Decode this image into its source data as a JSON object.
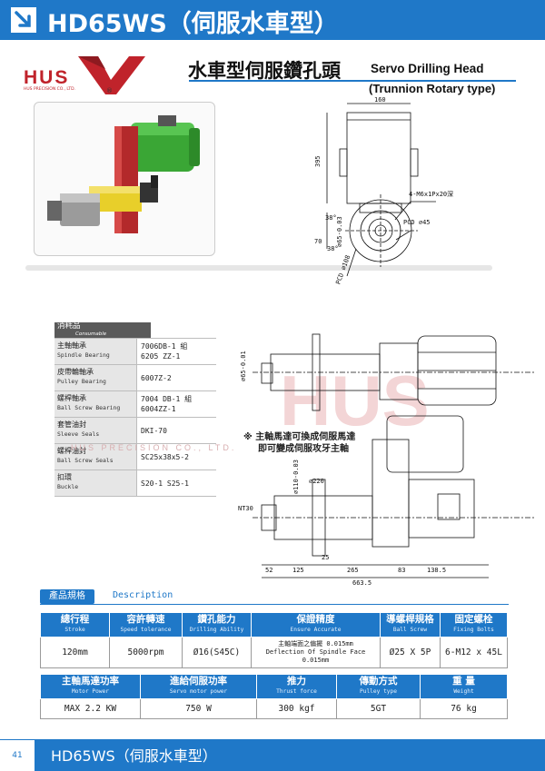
{
  "header": {
    "title": "HD65WS（伺服水車型）"
  },
  "logo": {
    "brand": "HUS",
    "tagline": "HUS PRECISION CO., LTD.",
    "registered": "®"
  },
  "product": {
    "title_zh": "水車型伺服鑽孔頭",
    "title_en": "Servo Drilling Head",
    "subtitle_en": "(Trunnion Rotary type)"
  },
  "top_drawing": {
    "dims": [
      "160",
      "395",
      "38°",
      "70",
      "38°",
      "4-M6x1Px20深",
      "PCD ∅45",
      "PCD ∅108",
      "∅65-0.03"
    ]
  },
  "side_drawing": {
    "note_zh_1": "※ 主軸馬達可換成伺服馬達",
    "note_zh_2": "即可變成伺服攻牙主軸",
    "labels": [
      "∅65-0.01",
      "∅110-0.03",
      "∅220",
      "NT30",
      "25",
      "52",
      "125",
      "265",
      "83",
      "138.5",
      "663.5"
    ]
  },
  "consumables": {
    "header": "消耗品",
    "header_en": "Consumable",
    "rows": [
      {
        "zh": "主軸軸承",
        "en": "Spindle Bearing",
        "val1": "7006DB-1 組",
        "val2": "6205 ZZ-1"
      },
      {
        "zh": "皮帶輪軸承",
        "en": "Pulley Bearing",
        "val1": "6007Z-2",
        "val2": ""
      },
      {
        "zh": "螺桿軸承",
        "en": "Ball Screw Bearing",
        "val1": "7004 DB-1 組",
        "val2": "6004ZZ-1"
      },
      {
        "zh": "套管油封",
        "en": "Sleeve Seals",
        "val1": "DKI-70",
        "val2": ""
      },
      {
        "zh": "螺桿油封",
        "en": "Ball Screw Seals",
        "val1": "SC25x38x5-2",
        "val2": ""
      },
      {
        "zh": "扣環",
        "en": "Buckle",
        "val1": "S20-1 S25-1",
        "val2": ""
      }
    ]
  },
  "spec": {
    "tab_label": "產品規格",
    "desc_label": "Description",
    "table1": {
      "headers": [
        {
          "zh": "總行程",
          "en": "Stroke"
        },
        {
          "zh": "容許轉速",
          "en": "Speed tolerance"
        },
        {
          "zh": "鑽孔能力",
          "en": "Drilling Ability"
        },
        {
          "zh": "保證精度",
          "en": "Ensure Accurate"
        },
        {
          "zh": "導螺桿規格",
          "en": "Ball Screw"
        },
        {
          "zh": "固定螺栓",
          "en": "Fixing Bolts"
        }
      ],
      "values": [
        "120mm",
        "5000rpm",
        "Ø16(S45C)",
        "",
        "Ø25 X 5P",
        "6-M12 x 45L"
      ],
      "accuracy_zh": "主軸端面之偏擺 0.015mm",
      "accuracy_en": "Deflection Of Spindle Face 0.015mm"
    },
    "table2": {
      "headers": [
        {
          "zh": "主軸馬達功率",
          "en": "Motor Power"
        },
        {
          "zh": "進給伺服功率",
          "en": "Servo motor power"
        },
        {
          "zh": "推力",
          "en": "Thrust force"
        },
        {
          "zh": "傳動方式",
          "en": "Pulley type"
        },
        {
          "zh": "重  量",
          "en": "Weight"
        }
      ],
      "values": [
        "MAX 2.2 KW",
        "750 W",
        "300 kgf",
        "5GT",
        "76 kg"
      ]
    }
  },
  "footer": {
    "page": "41",
    "title": "HD65WS（伺服水車型）"
  },
  "colors": {
    "brand_blue": "#1f78c8",
    "brand_red": "#c0232b",
    "motor_green": "#3aa635",
    "yellow": "#e8cf2a"
  }
}
